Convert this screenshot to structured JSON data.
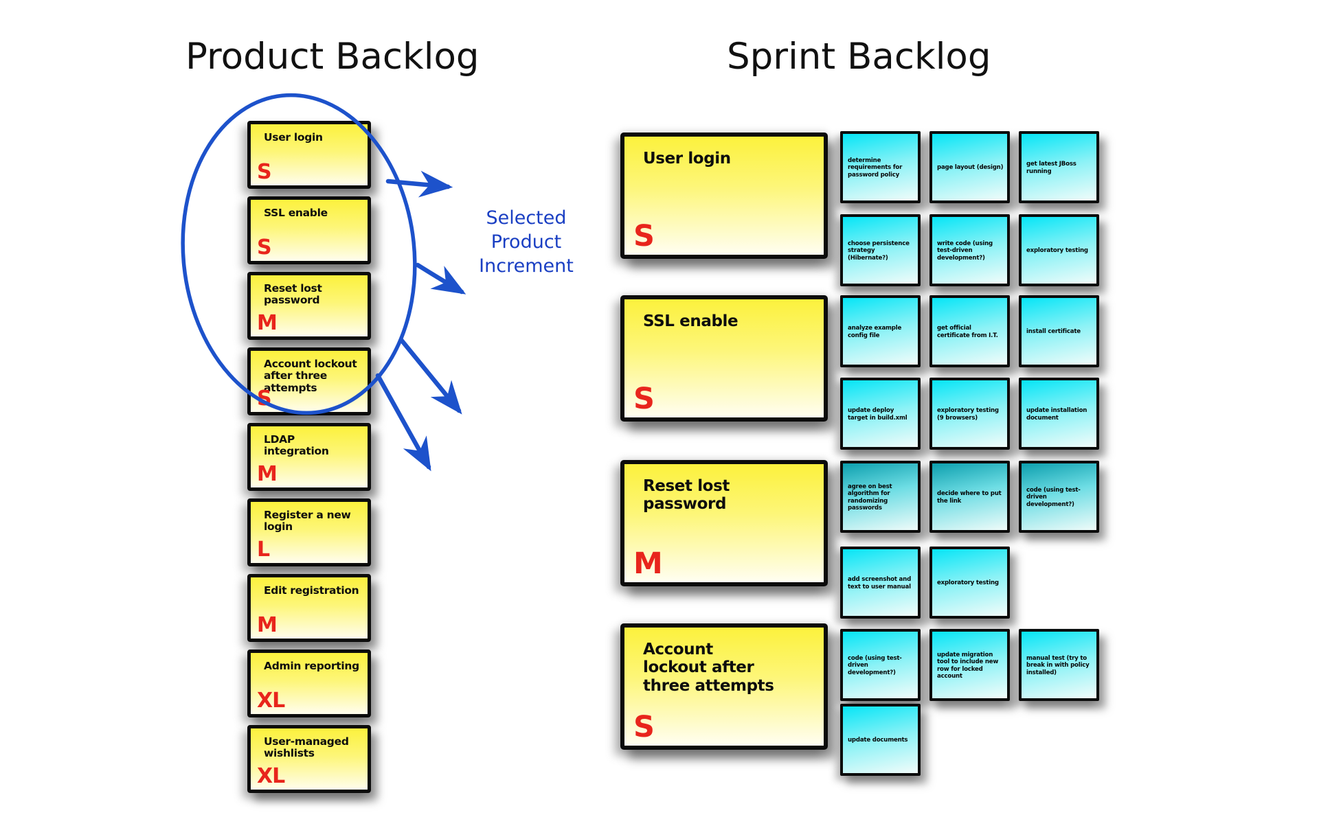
{
  "titles": {
    "product_backlog": "Product Backlog",
    "sprint_backlog": "Sprint Backlog"
  },
  "annotation": {
    "selected_increment": "Selected\nProduct\nIncrement"
  },
  "colors": {
    "annotation_blue": "#1d52cb",
    "size_red": "#e8251c",
    "story_note_yellow": "#fcf13d",
    "task_note_cyan": "#06e5f6",
    "task_note_teal_dark": "#0d9fae"
  },
  "product": {
    "items": [
      {
        "title": "User login",
        "size": "S"
      },
      {
        "title": "SSL enable",
        "size": "S"
      },
      {
        "title": "Reset lost password",
        "size": "M"
      },
      {
        "title": "Account lockout after three attempts",
        "size": "S"
      },
      {
        "title": "LDAP integration",
        "size": "M"
      },
      {
        "title": "Register a new login",
        "size": "L"
      },
      {
        "title": "Edit registration",
        "size": "M"
      },
      {
        "title": "Admin reporting",
        "size": "XL"
      },
      {
        "title": "User-managed wishlists",
        "size": "XL"
      }
    ]
  },
  "sprint": {
    "stories": [
      {
        "title": "User login",
        "size": "S"
      },
      {
        "title": "SSL enable",
        "size": "S"
      },
      {
        "title": "Reset lost password",
        "size": "M"
      },
      {
        "title": "Account lockout after three attempts",
        "size": "S"
      }
    ],
    "task_rows": [
      [
        "determine requirements for password policy",
        "page layout (design)",
        "get latest JBoss running"
      ],
      [
        "choose persistence strategy (Hibernate?)",
        "write code (using test-driven development?)",
        "exploratory testing"
      ],
      [
        "analyze example config file",
        "get official certificate from I.T.",
        "install certificate"
      ],
      [
        "update deploy target in build.xml",
        "exploratory testing (9 browsers)",
        "update installation document"
      ],
      [
        "agree on best algorithm for randomizing passwords",
        "decide where to put the link",
        "code (using test-driven development?)"
      ],
      [
        "add screenshot and text to user manual",
        "exploratory testing"
      ],
      [
        "code (using test-driven development?)",
        "update migration tool to include new row for locked account",
        "manual test (try to break in with policy installed)"
      ],
      [
        "update documents"
      ]
    ]
  }
}
